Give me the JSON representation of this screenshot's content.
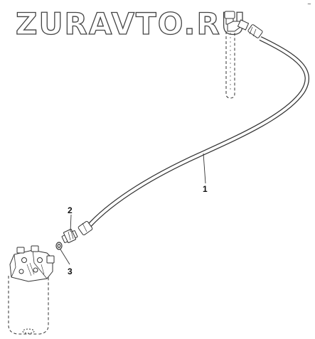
{
  "watermark": "ZURAVTO.RU",
  "callouts": [
    {
      "label": "1",
      "part": "fuel line hose"
    },
    {
      "label": "2",
      "part": "connector fitting"
    },
    {
      "label": "3",
      "part": "sealing washer"
    }
  ],
  "corner_mark": "~",
  "colors": {
    "line": "#333333",
    "watermark_outline": "#444444",
    "background": "#ffffff"
  }
}
